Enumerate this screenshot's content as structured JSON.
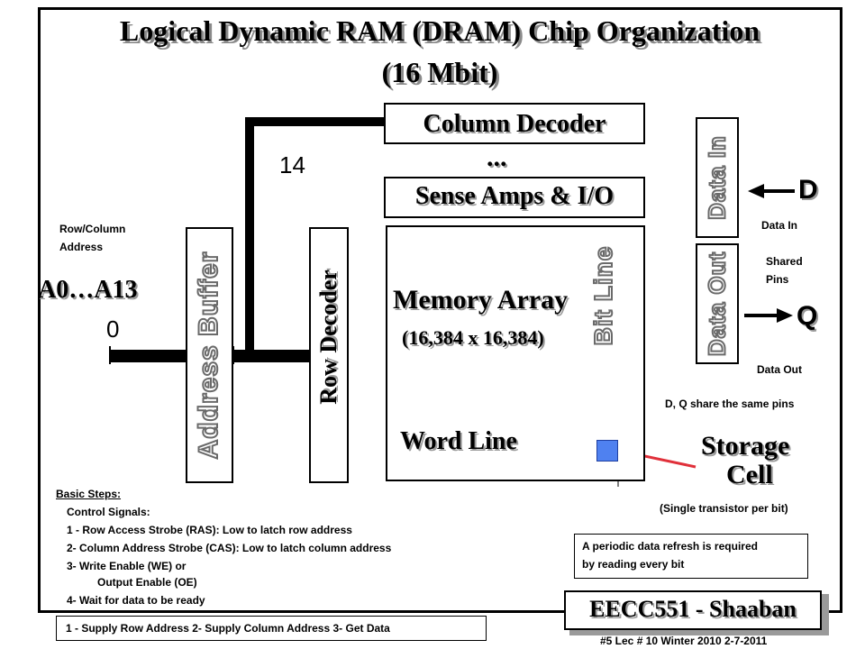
{
  "title": {
    "line1": "Logical Dynamic RAM (DRAM) Chip Organization",
    "line2": "(16 Mbit)"
  },
  "blocks": {
    "column_decoder": "Column Decoder",
    "sense_amps": "Sense Amps & I/O",
    "memory_array": "Memory Array",
    "memory_array_size": "(16,384 x 16,384)",
    "row_decoder": "Row Decoder",
    "address_buffer": "Address Buffer",
    "bit_line": "Bit Line",
    "word_line": "Word Line",
    "data_in": "Data In",
    "data_out": "Data Out",
    "ellipsis": "..."
  },
  "labels": {
    "bus_width_14": "14",
    "bus_width_0": "0",
    "row_col_address_1": "Row/Column",
    "row_col_address_2": "Address",
    "address_pins": "A0…A13",
    "d_pin": "D",
    "q_pin": "Q",
    "data_in_caption": "Data In",
    "shared_pins_1": "Shared",
    "shared_pins_2": "Pins",
    "data_out_caption": "Data Out",
    "share_note": "D, Q share the same pins",
    "storage_1": "Storage",
    "storage_2": "Cell",
    "storage_note": "(Single transistor per bit)"
  },
  "steps": {
    "heading": "Basic Steps:",
    "control": "Control Signals:",
    "items": [
      "1 - Row Access Strobe (RAS):  Low  to latch row address",
      "2- Column Address Strobe (CAS):  Low to latch column address",
      "3-   Write Enable (WE)  or",
      "Output Enable (OE)",
      "4-  Wait for data to be ready"
    ]
  },
  "refresh_note": {
    "line1": "A periodic data refresh is required",
    "line2": "by reading  every bit"
  },
  "footer_steps": "1 - Supply Row Address    2- Supply Column Address   3- Get Data",
  "course": {
    "badge": "EECC551 - Shaaban",
    "lecture": "#5   Lec # 10  Winter  2010  2-7-2011"
  },
  "colors": {
    "storage_cell": "#4f81f0",
    "arrow": "#e0303a",
    "shadow": "#8a8a8a"
  }
}
